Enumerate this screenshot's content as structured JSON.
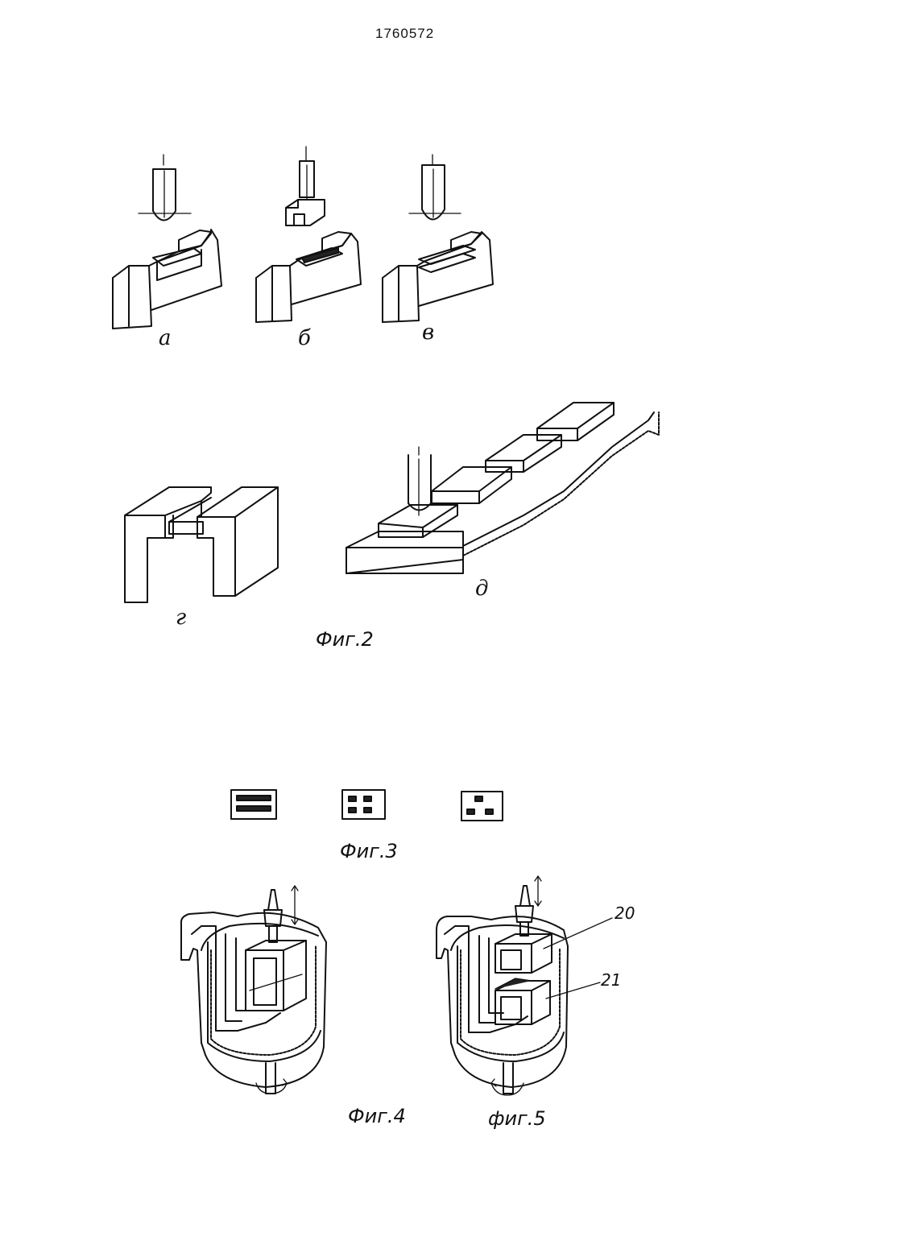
{
  "header": {
    "patent_number": "1760572"
  },
  "figure2": {
    "caption": "Фиг.2",
    "labels": {
      "a": "а",
      "b": "б",
      "v": "в",
      "g": "г",
      "d": "д"
    }
  },
  "figure3": {
    "caption": "Фиг.3"
  },
  "figure4": {
    "caption": "Фиг.4"
  },
  "figure5": {
    "caption": "фиг.5",
    "callouts": {
      "upper": "20",
      "lower": "21"
    }
  }
}
